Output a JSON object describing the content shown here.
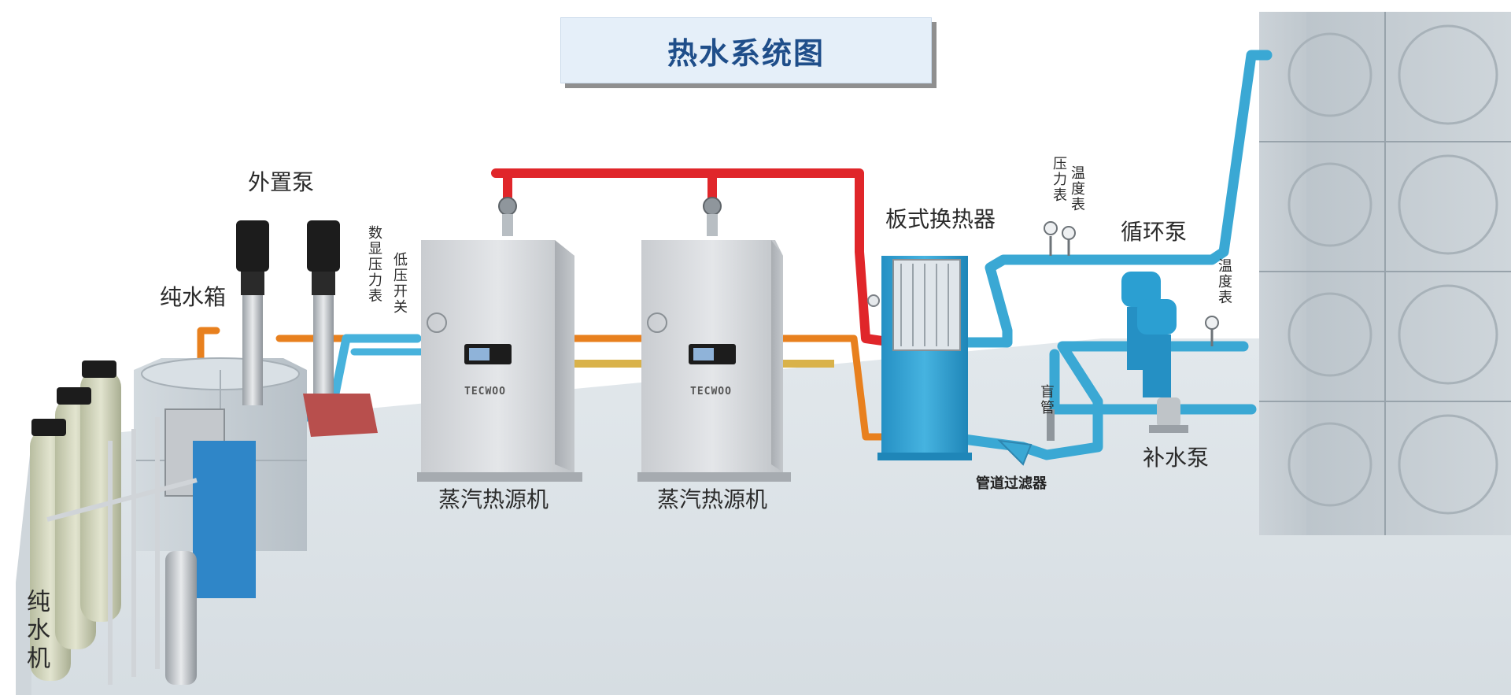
{
  "title": "热水系统图",
  "labels": {
    "external_pump": "外置泵",
    "pure_water_tank": "纯水箱",
    "digital_pressure_gauge": "数显压力表",
    "low_pressure_switch": "低压开关",
    "pure_water_machine": "纯水机",
    "steam_heat_source_1": "蒸汽热源机",
    "steam_heat_source_2": "蒸汽热源机",
    "plate_heat_exchanger": "板式换热器",
    "pressure_gauge": "压力表",
    "temperature_gauge_1": "温度表",
    "circulation_pump": "循环泵",
    "temperature_gauge_2": "温度表",
    "blind_pipe": "盲管",
    "pipeline_filter": "管道过滤器",
    "makeup_pump": "补水泵"
  },
  "brand": {
    "unit_1": "TECWOO",
    "unit_2": "TECWOO"
  },
  "colors": {
    "steam_pipe": "#e0262a",
    "hot_pipe": "#e8801e",
    "cold_pipe": "#3aa8d4",
    "title_text": "#1f4e8a",
    "title_bg": "#e5eff9",
    "equipment_blue": "#2b9fd2"
  }
}
